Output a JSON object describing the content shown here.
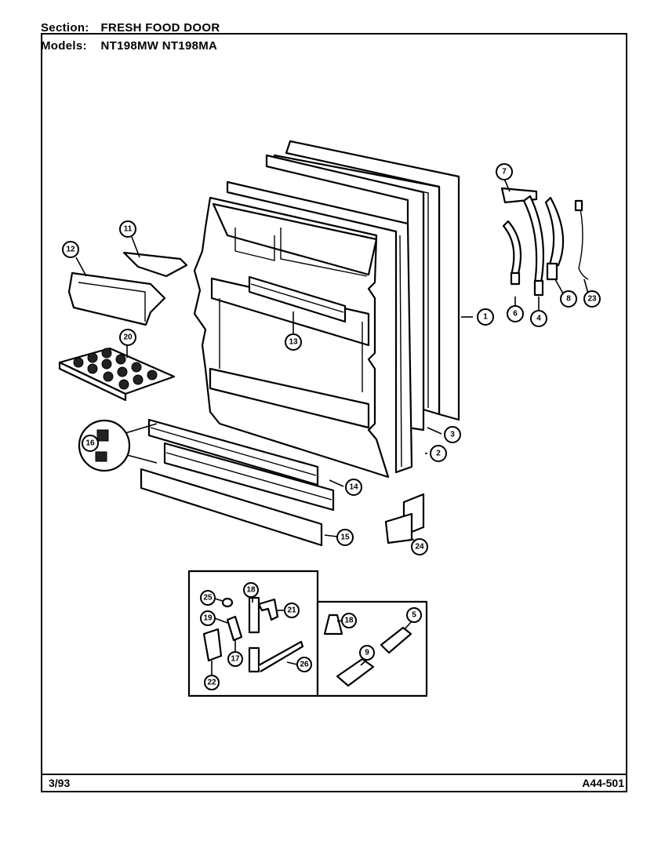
{
  "header": {
    "section_label": "Section:",
    "section_value": "FRESH FOOD DOOR",
    "models_label": "Models:",
    "models_value": "NT198MW NT198MA"
  },
  "footer": {
    "date": "3/93",
    "code": "A44-501"
  },
  "callouts": [
    {
      "id": "c1",
      "label": "1"
    },
    {
      "id": "c2",
      "label": "2"
    },
    {
      "id": "c3",
      "label": "3"
    },
    {
      "id": "c4",
      "label": "4"
    },
    {
      "id": "c6",
      "label": "6"
    },
    {
      "id": "c7",
      "label": "7"
    },
    {
      "id": "c8",
      "label": "8"
    },
    {
      "id": "c23",
      "label": "23"
    },
    {
      "id": "c11",
      "label": "11"
    },
    {
      "id": "c12",
      "label": "12"
    },
    {
      "id": "c13",
      "label": "13"
    },
    {
      "id": "c20",
      "label": "20"
    },
    {
      "id": "c16",
      "label": "16"
    },
    {
      "id": "c14",
      "label": "14"
    },
    {
      "id": "c15",
      "label": "15"
    },
    {
      "id": "c24",
      "label": "24"
    },
    {
      "id": "c25",
      "label": "25"
    },
    {
      "id": "c18a",
      "label": "18"
    },
    {
      "id": "c19",
      "label": "19"
    },
    {
      "id": "c21",
      "label": "21"
    },
    {
      "id": "c17",
      "label": "17"
    },
    {
      "id": "c22",
      "label": "22"
    },
    {
      "id": "c26",
      "label": "26"
    },
    {
      "id": "c18b",
      "label": "18"
    },
    {
      "id": "c9",
      "label": "9"
    },
    {
      "id": "c5",
      "label": "5"
    }
  ]
}
